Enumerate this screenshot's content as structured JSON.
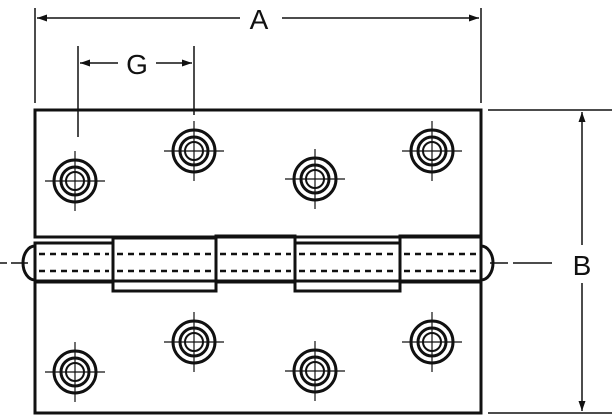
{
  "dimensions": {
    "overall_width_label": "A",
    "hole_spacing_label": "G",
    "overall_height_label": "B"
  },
  "hinge": {
    "leaf_holes_per_leaf": 4,
    "knuckle_count": 5,
    "line_color": "#111111",
    "background": "#ffffff"
  }
}
